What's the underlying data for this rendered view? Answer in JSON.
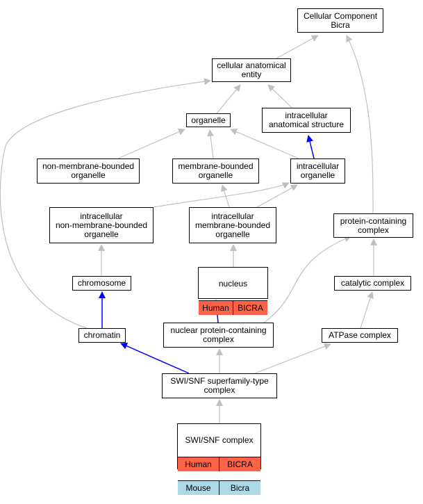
{
  "colors": {
    "edge_default": "#c0c0c0",
    "edge_highlight": "#0000ff",
    "human": "#ff6347",
    "mouse": "#add8e6"
  },
  "nodes": {
    "cellular_component": {
      "label": "Cellular Component\nBicra"
    },
    "cellular_anatomical_entity": {
      "label": "cellular anatomical\nentity"
    },
    "organelle": {
      "label": "organelle"
    },
    "intracellular_anatomical_structure": {
      "label": "intracellular\nanatomical structure"
    },
    "non_membrane_bounded_organelle": {
      "label": "non-membrane-bounded\norganelle"
    },
    "membrane_bounded_organelle": {
      "label": "membrane-bounded\norganelle"
    },
    "intracellular_organelle": {
      "label": "intracellular\norganelle"
    },
    "intracellular_non_membrane_bounded_organelle": {
      "label": "intracellular\nnon-membrane-bounded\norganelle"
    },
    "intracellular_membrane_bounded_organelle": {
      "label": "intracellular\nmembrane-bounded\norganelle"
    },
    "protein_containing_complex": {
      "label": "protein-containing\ncomplex"
    },
    "chromosome": {
      "label": "chromosome"
    },
    "nucleus": {
      "label": "nucleus",
      "rows": [
        [
          "Human",
          "BICRA"
        ]
      ]
    },
    "catalytic_complex": {
      "label": "catalytic complex"
    },
    "chromatin": {
      "label": "chromatin"
    },
    "nuclear_protein_containing_complex": {
      "label": "nuclear protein-containing\ncomplex"
    },
    "atpase_complex": {
      "label": "ATPase complex"
    },
    "swi_snf_superfamily_type_complex": {
      "label": "SWI/SNF superfamily-type\ncomplex"
    },
    "swi_snf_complex": {
      "label": "SWI/SNF complex",
      "rows": [
        [
          "Human",
          "BICRA"
        ],
        [
          "Mouse",
          "Bicra"
        ]
      ]
    }
  },
  "edges": [
    {
      "from": "cellular_anatomical_entity",
      "to": "cellular_component",
      "color": "default"
    },
    {
      "from": "protein_containing_complex",
      "to": "cellular_component",
      "color": "default"
    },
    {
      "from": "organelle",
      "to": "cellular_anatomical_entity",
      "color": "default"
    },
    {
      "from": "intracellular_anatomical_structure",
      "to": "cellular_anatomical_entity",
      "color": "default"
    },
    {
      "from": "chromatin",
      "to": "cellular_anatomical_entity",
      "color": "default"
    },
    {
      "from": "non_membrane_bounded_organelle",
      "to": "organelle",
      "color": "default"
    },
    {
      "from": "membrane_bounded_organelle",
      "to": "organelle",
      "color": "default"
    },
    {
      "from": "intracellular_organelle",
      "to": "organelle",
      "color": "default"
    },
    {
      "from": "intracellular_organelle",
      "to": "intracellular_anatomical_structure",
      "color": "highlight"
    },
    {
      "from": "intracellular_non_membrane_bounded_organelle",
      "to": "intracellular_organelle",
      "color": "default"
    },
    {
      "from": "intracellular_membrane_bounded_organelle",
      "to": "intracellular_organelle",
      "color": "default"
    },
    {
      "from": "intracellular_membrane_bounded_organelle",
      "to": "membrane_bounded_organelle",
      "color": "default"
    },
    {
      "from": "chromosome",
      "to": "intracellular_non_membrane_bounded_organelle",
      "color": "default"
    },
    {
      "from": "nucleus",
      "to": "intracellular_membrane_bounded_organelle",
      "color": "default"
    },
    {
      "from": "chromatin",
      "to": "chromosome",
      "color": "highlight"
    },
    {
      "from": "nuclear_protein_containing_complex",
      "to": "nucleus",
      "color": "highlight"
    },
    {
      "from": "nuclear_protein_containing_complex",
      "to": "protein_containing_complex",
      "color": "default"
    },
    {
      "from": "catalytic_complex",
      "to": "protein_containing_complex",
      "color": "default"
    },
    {
      "from": "atpase_complex",
      "to": "catalytic_complex",
      "color": "default"
    },
    {
      "from": "swi_snf_superfamily_type_complex",
      "to": "chromatin",
      "color": "highlight"
    },
    {
      "from": "swi_snf_superfamily_type_complex",
      "to": "nuclear_protein_containing_complex",
      "color": "default"
    },
    {
      "from": "swi_snf_superfamily_type_complex",
      "to": "atpase_complex",
      "color": "default"
    },
    {
      "from": "swi_snf_complex",
      "to": "swi_snf_superfamily_type_complex",
      "color": "default"
    }
  ]
}
